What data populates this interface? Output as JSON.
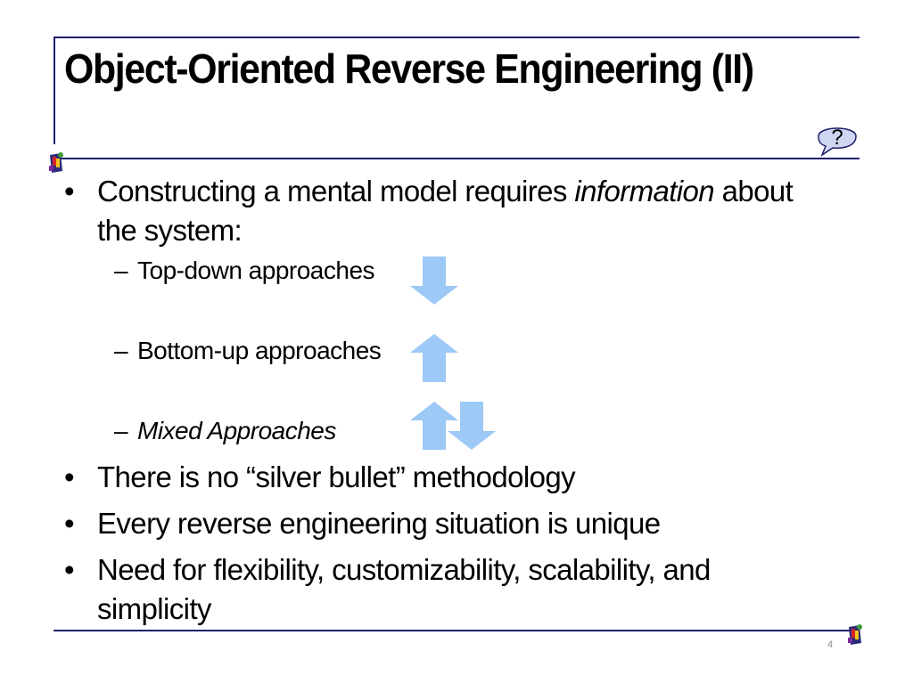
{
  "slide": {
    "title": "Object-Oriented Reverse Engineering (II)",
    "help_label": "?",
    "page_number": "4"
  },
  "bullets": [
    {
      "before": "Constructing a mental model requires ",
      "emphasis": "information",
      "after": " about the system:"
    },
    {
      "text": "There is no “silver bullet” methodology"
    },
    {
      "text": "Every reverse engineering situation is unique"
    },
    {
      "text": "Need for flexibility, customizability, scalability, and simplicity"
    }
  ],
  "sub_bullets": [
    {
      "text": "Top-down approaches",
      "italic": false,
      "arrows": [
        "down"
      ]
    },
    {
      "text": "Bottom-up approaches",
      "italic": false,
      "arrows": [
        "up"
      ]
    },
    {
      "text": "Mixed Approaches",
      "italic": true,
      "arrows": [
        "up",
        "down"
      ]
    }
  ],
  "colors": {
    "rule": "#1f1f6b",
    "arrow_fill": "#9dc9f6",
    "help_bubble_fill": "#cfd6f2",
    "help_bubble_stroke": "#1f1f6b"
  },
  "icons": {
    "logo": "university-logo-icon",
    "help": "speech-bubble-help-icon"
  }
}
